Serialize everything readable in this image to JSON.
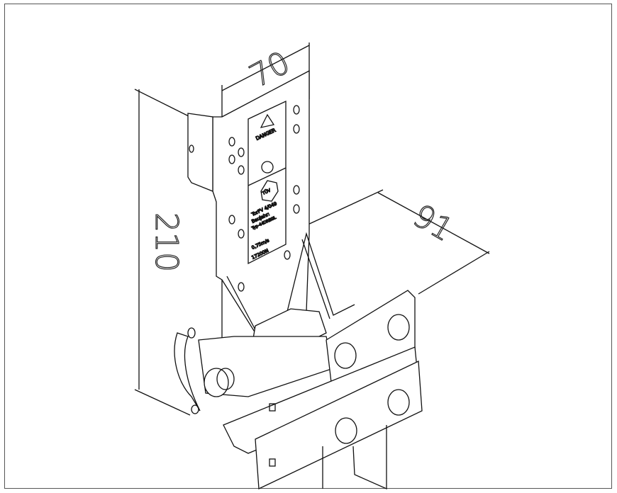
{
  "dimensions": {
    "width": "70",
    "height": "210",
    "depth": "91"
  },
  "plate_label": {
    "warning": "DANGER",
    "cert_mark": "TÜV",
    "cert_no": "TorFV 4/049",
    "year": "Baujahr:",
    "type": "Typ-44DREGL",
    "speed": "0,75m/s",
    "force": "17200N"
  }
}
